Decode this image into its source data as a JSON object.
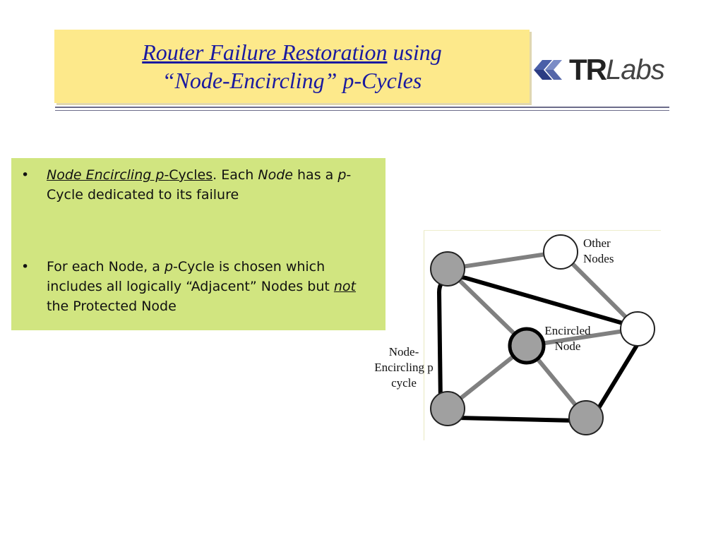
{
  "title": {
    "link_text": "Router Failure Restoration",
    "rest_line1": " using",
    "line2": "“Node-Encircling” p-Cycles"
  },
  "logo": {
    "tr": "TR",
    "labs": "Labs"
  },
  "bullets": [
    {
      "term": "Node Encircling p-",
      "term_tail": "Cycles",
      "sep": ". Each ",
      "node_word": "Node",
      "has": " has a ",
      "p": "p",
      "rest": "-Cycle dedicated to its failure"
    },
    {
      "start": "For each Node, a ",
      "p": "p",
      "middle": "-Cycle is chosen which includes all logically “Adjacent” Nodes but ",
      "not_word": "not",
      "end": " the Protected Node"
    }
  ],
  "bullet_symbol": "•",
  "diagram": {
    "labels": {
      "other_nodes_1": "Other",
      "other_nodes_2": "Nodes",
      "encircled_1": "Encircled",
      "encircled_2": "Node",
      "cycle_1": "Node-",
      "cycle_2": "Encircling p",
      "cycle_3": "cycle"
    },
    "colors": {
      "node_fill": "#a0a0a0",
      "other_fill": "#ffffff",
      "link": "#808080",
      "cycle": "#000000"
    }
  }
}
